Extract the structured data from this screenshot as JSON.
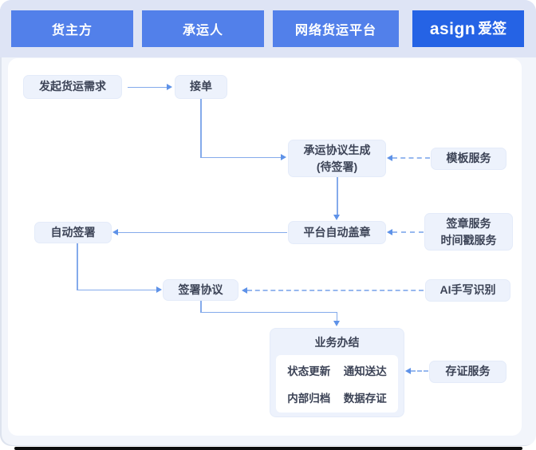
{
  "header": {
    "lanes": [
      "货主方",
      "承运人",
      "网络货运平台"
    ],
    "brand": {
      "latin": "asign",
      "cn": "爱签"
    }
  },
  "nodes": {
    "demand": "发起货运需求",
    "accept": "接单",
    "agreement_l1": "承运协议生成",
    "agreement_l2": "(待签署)",
    "template_svc": "模板服务",
    "platform_stamp": "平台自动盖章",
    "seal_svc_l1": "签章服务",
    "seal_svc_l2": "时间戳服务",
    "auto_sign": "自动签署",
    "sign_agreement": "签署协议",
    "ai_handwriting": "AI手写识别",
    "business_done": "业务办结",
    "done_items": [
      "状态更新",
      "通知送达",
      "内部归档",
      "数据存证"
    ],
    "evidence_svc": "存证服务"
  },
  "edges": [
    {
      "from": "发起货运需求",
      "to": "接单",
      "style": "solid"
    },
    {
      "from": "接单",
      "to": "承运协议生成(待签署)",
      "style": "solid"
    },
    {
      "from": "模板服务",
      "to": "承运协议生成(待签署)",
      "style": "dashed"
    },
    {
      "from": "承运协议生成(待签署)",
      "to": "平台自动盖章",
      "style": "solid"
    },
    {
      "from": "签章服务/时间戳服务",
      "to": "平台自动盖章",
      "style": "dashed"
    },
    {
      "from": "平台自动盖章",
      "to": "自动签署",
      "style": "solid"
    },
    {
      "from": "自动签署",
      "to": "签署协议",
      "style": "solid"
    },
    {
      "from": "AI手写识别",
      "to": "签署协议",
      "style": "dashed"
    },
    {
      "from": "签署协议",
      "to": "业务办结",
      "style": "solid"
    },
    {
      "from": "存证服务",
      "to": "业务办结",
      "style": "dashed"
    }
  ],
  "colors": {
    "lane_blue": "#5280EA",
    "brand_blue": "#2563E5",
    "header_band": "#DEE4F5",
    "node_fill": "#EDF2FC",
    "arrow_solid": "#84AAEB",
    "arrow_dashed": "#97B8EF",
    "node_text": "#3C4356"
  }
}
